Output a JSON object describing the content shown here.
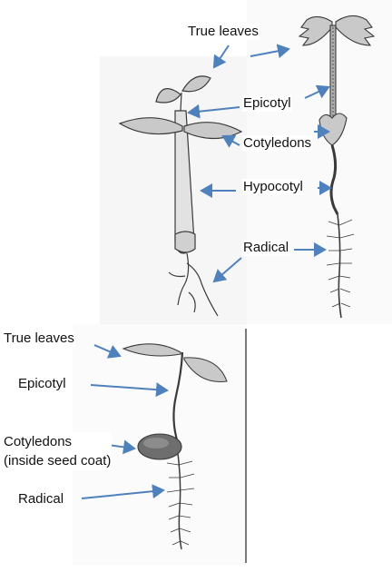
{
  "top_labels": {
    "true_leaves": "True leaves",
    "epicotyl": "Epicotyl",
    "cotyledons": "Cotyledons",
    "hypocotyl": "Hypocotyl",
    "radical": "Radical"
  },
  "bottom_labels": {
    "true_leaves": "True leaves",
    "epicotyl": "Epicotyl",
    "cotyledons_line1": "Cotyledons",
    "cotyledons_line2": "(inside seed coat)",
    "radical": "Radical"
  },
  "colors": {
    "arrow": "#4f81bd",
    "ink": "#3a3a3a",
    "leaf_fill": "#c9c9c9",
    "stem_fill": "#e2e2e2",
    "seed_fill": "#6e6e6e"
  }
}
